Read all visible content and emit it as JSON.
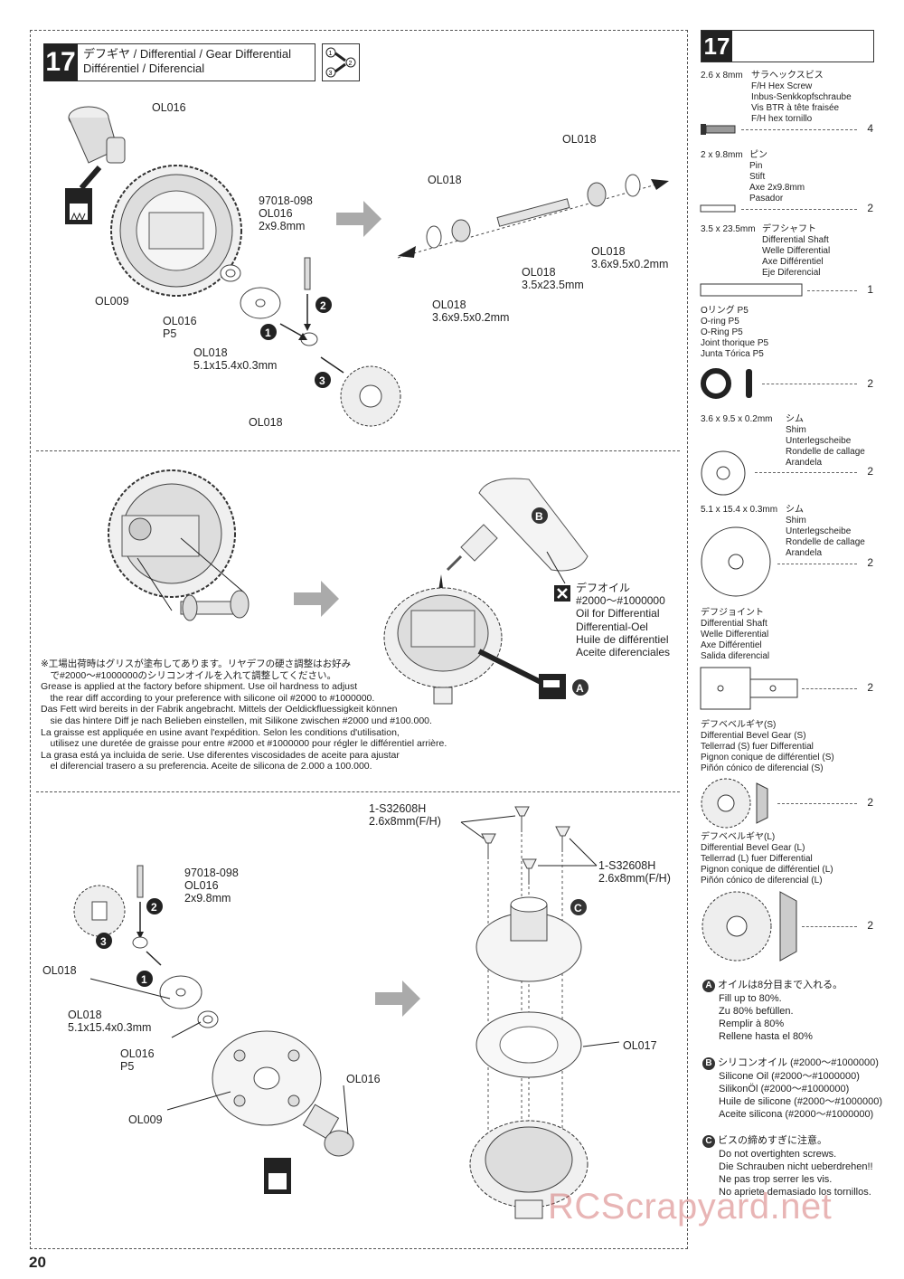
{
  "step": {
    "number": "17",
    "title_line1": "デフギヤ / Differential / Gear Differential",
    "title_line2": "Différentiel / Diferencial",
    "order_icon": "①→② ③"
  },
  "section1": {
    "labels": {
      "ol016_top": "OL016",
      "ol009": "OL009",
      "pin_1": "97018-098",
      "pin_2": "OL016",
      "pin_3": "2x9.8mm",
      "oring_1": "OL016",
      "oring_2": "P5",
      "shim_1": "OL018",
      "shim_2": "5.1x15.4x0.3mm",
      "gear_bottom": "OL018",
      "right_ol018_top": "OL018",
      "right_ol018_left": "OL018",
      "right_shim_right_1": "OL018",
      "right_shim_right_2": "3.6x9.5x0.2mm",
      "right_shaft_1": "OL018",
      "right_shaft_2": "3.5x23.5mm",
      "right_shim_left_1": "OL018",
      "right_shim_left_2": "3.6x9.5x0.2mm"
    },
    "callouts": [
      "1",
      "2",
      "3"
    ]
  },
  "section2": {
    "oil_label_jp": "デフオイル",
    "oil_range": "#2000～#1000000",
    "oil_en": "Oil for Differential",
    "oil_de": "Differential-Oel",
    "oil_fr": "Huile de différentiel",
    "oil_es": "Aceite diferenciales",
    "mark_b": "B",
    "mark_a": "A",
    "note_lines": [
      "※工場出荷時はグリスが塗布してあります。リヤデフの硬さ調整はお好み",
      "　で#2000～#1000000のシリコンオイルを入れて調整してください。",
      "Grease is applied at the factory before shipment. Use oil hardness to adjust",
      "　the rear diff according to your preference with silicone oil #2000 to #1000000.",
      "Das Fett wird bereits in der Fabrik angebracht. Mittels der Oeldickfluessigkeit können",
      "　sie das hintere Diff je nach Belieben einstellen, mit Silikone zwischen #2000 und #100.000.",
      "La graisse est appliquée en usine avant l'expédition. Selon les conditions d'utilisation,",
      "　utilisez une duretée de graisse pour entre #2000 et #1000000  pour régler le différentiel arrière.",
      "La grasa está ya incluida de serie. Use diferentes viscosidades de aceite para ajustar",
      "　el diferencial trasero a su preferencia. Aceite de silicona de 2.000 a 100.000."
    ]
  },
  "section3": {
    "screw_label_1": "1-S32608H",
    "screw_label_2": "2.6x8mm(F/H)",
    "screw_label_3": "1-S32608H",
    "screw_label_4": "2.6x8mm(F/H)",
    "mark_c": "C",
    "pin_1": "97018-098",
    "pin_2": "OL016",
    "pin_3": "2x9.8mm",
    "gear": "OL018",
    "shim_1": "OL018",
    "shim_2": "5.1x15.4x0.3mm",
    "oring_1": "OL016",
    "oring_2": "P5",
    "case": "OL009",
    "cup": "OL016",
    "gasket": "OL017"
  },
  "parts_list": {
    "header_number": "17",
    "items": [
      {
        "size": "2.6 x 8mm",
        "names": [
          "サラヘックスビス",
          "F/H Hex Screw",
          "Inbus-Senkkopfschraube",
          "Vis BTR à tête fraisée",
          "F/H hex tornillo"
        ],
        "qty": "4"
      },
      {
        "size": "2 x 9.8mm",
        "names": [
          "ピン",
          "Pin",
          "Stift",
          "Axe 2x9.8mm",
          "Pasador"
        ],
        "qty": "2"
      },
      {
        "size": "3.5 x 23.5mm",
        "names": [
          "デフシャフト",
          "Differential Shaft",
          "Welle Differential",
          "Axe Différentiel",
          "Eje Diferencial"
        ],
        "qty": "1"
      },
      {
        "size": "",
        "names": [
          "Oリング P5",
          "O-ring P5",
          "O-Ring P5",
          "Joint thorique P5",
          "Junta Tórica P5"
        ],
        "qty": "2"
      },
      {
        "size": "3.6 x 9.5 x 0.2mm",
        "names": [
          "シム",
          "Shim",
          "Unterlegscheibe",
          "Rondelle de callage",
          "Arandela"
        ],
        "qty": "2"
      },
      {
        "size": "5.1 x 15.4 x 0.3mm",
        "names": [
          "シム",
          "Shim",
          "Unterlegscheibe",
          "Rondelle de callage",
          "Arandela"
        ],
        "qty": "2"
      },
      {
        "size": "",
        "names": [
          "デフジョイント",
          "Differential Shaft",
          "Welle Differential",
          "Axe Différentiel",
          "Salida diferencial"
        ],
        "qty": "2"
      },
      {
        "size": "",
        "names": [
          "デフベベルギヤ(S)",
          "Differential Bevel Gear (S)",
          "Tellerrad (S) fuer Differential",
          "Pignon conique de différentiel (S)",
          "Piñón cónico de diferencial (S)"
        ],
        "qty": "2"
      },
      {
        "size": "",
        "names": [
          "デフベベルギヤ(L)",
          "Differential Bevel Gear (L)",
          "Tellerrad (L) fuer Differential",
          "Pignon conique de différentiel (L)",
          "Piñón cónico de diferencial (L)"
        ],
        "qty": "2"
      }
    ]
  },
  "info_notes": [
    {
      "mark": "A",
      "lines": [
        "オイルは8分目まで入れる。",
        "Fill up to 80%.",
        "Zu 80% befüllen.",
        "Remplir à 80%",
        "Rellene hasta el 80%"
      ]
    },
    {
      "mark": "B",
      "lines": [
        "シリコンオイル (#2000～#1000000)",
        "Silicone Oil (#2000～#1000000)",
        "SilikonÖl (#2000～#1000000)",
        "Huile de silicone (#2000～#1000000)",
        "Aceite silicona (#2000～#1000000)"
      ]
    },
    {
      "mark": "C",
      "lines": [
        "ビスの締めすぎに注意。",
        "Do not overtighten screws.",
        "Die Schrauben nicht ueberdrehen!!",
        "Ne pas trop serrer les vis.",
        "No apriete demasiado los tornillos."
      ]
    }
  ],
  "page_number": "20",
  "watermark": "RCScrapyard.net"
}
